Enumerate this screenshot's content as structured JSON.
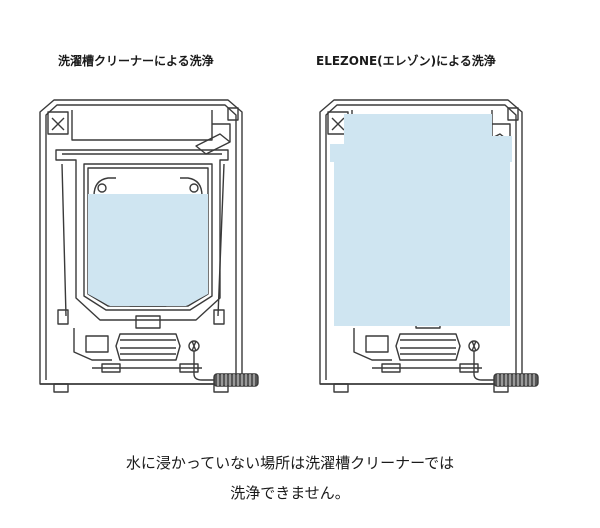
{
  "panels": [
    {
      "title": "洗濯槽クリーナーによる洗浄",
      "fill_mode": "inner",
      "water_color": "#cfe5f1"
    },
    {
      "title": "ELEZONE(エレゾン)による洗浄",
      "fill_mode": "full",
      "water_color": "#cfe5f1"
    }
  ],
  "caption": {
    "line1": "水に浸かっていない場所は洗濯槽クリーナーでは",
    "line2": "洗浄できません。"
  },
  "colors": {
    "line": "#3a3a3a",
    "water": "#cfe5f1",
    "background": "#ffffff"
  }
}
